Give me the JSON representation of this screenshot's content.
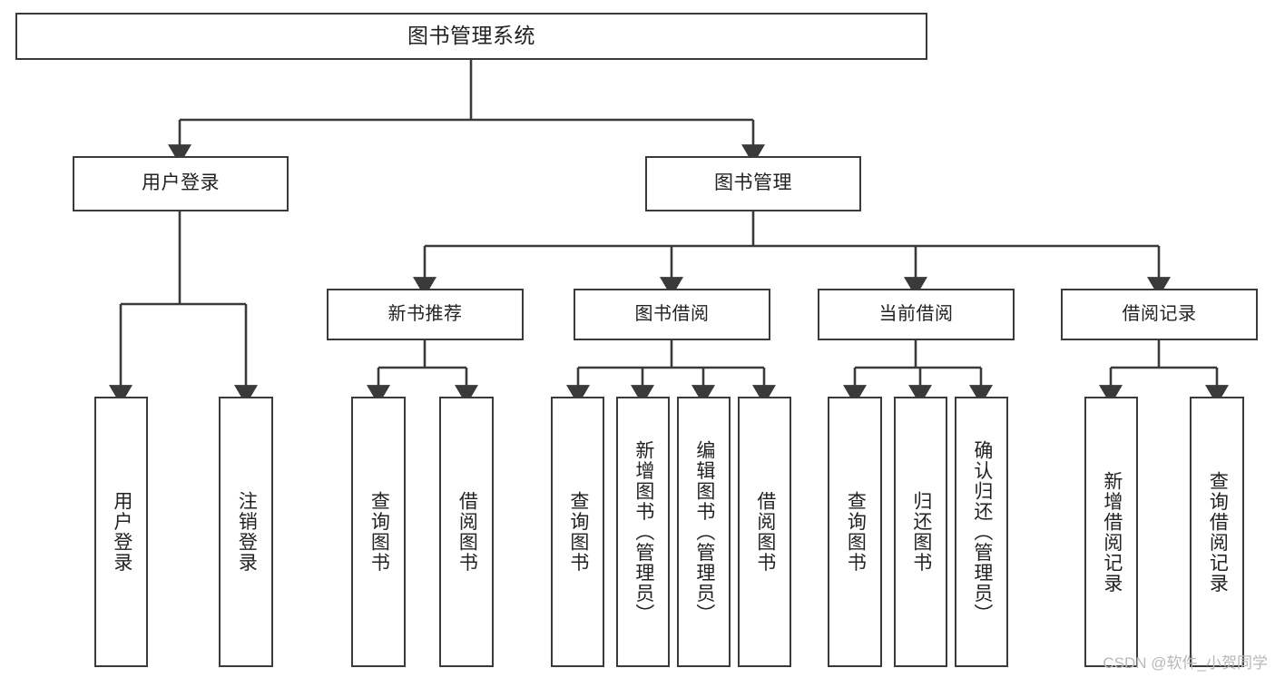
{
  "diagram": {
    "title": "图书管理系统",
    "type": "hierarchy-tree",
    "root": {
      "label": "图书管理系统"
    },
    "branches": [
      {
        "label": "用户登录"
      },
      {
        "label": "图书管理"
      }
    ],
    "mid_nodes": [
      {
        "label": "新书推荐"
      },
      {
        "label": "图书借阅"
      },
      {
        "label": "当前借阅"
      },
      {
        "label": "借阅记录"
      }
    ],
    "leaves": [
      {
        "label": "用户登录",
        "parent": "用户登录"
      },
      {
        "label": "注销登录",
        "parent": "用户登录"
      },
      {
        "label": "查询图书",
        "parent": "新书推荐"
      },
      {
        "label": "借阅图书",
        "parent": "新书推荐"
      },
      {
        "label": "查询图书",
        "parent": "图书借阅"
      },
      {
        "label": "新增图书（管理员）",
        "parent": "图书借阅"
      },
      {
        "label": "编辑图书（管理员）",
        "parent": "图书借阅"
      },
      {
        "label": "借阅图书",
        "parent": "图书借阅"
      },
      {
        "label": "查询图书",
        "parent": "当前借阅"
      },
      {
        "label": "归还图书",
        "parent": "当前借阅"
      },
      {
        "label": "确认归还（管理员）",
        "parent": "当前借阅"
      },
      {
        "label": "新增借阅记录",
        "parent": "借阅记录"
      },
      {
        "label": "查询借阅记录",
        "parent": "借阅记录"
      }
    ]
  },
  "watermark": {
    "text": "CSDN @软件_小贺同学"
  },
  "colors": {
    "border": "#3a3a3a",
    "text": "#222222",
    "background": "#ffffff",
    "watermark": "#b8b8b8"
  }
}
